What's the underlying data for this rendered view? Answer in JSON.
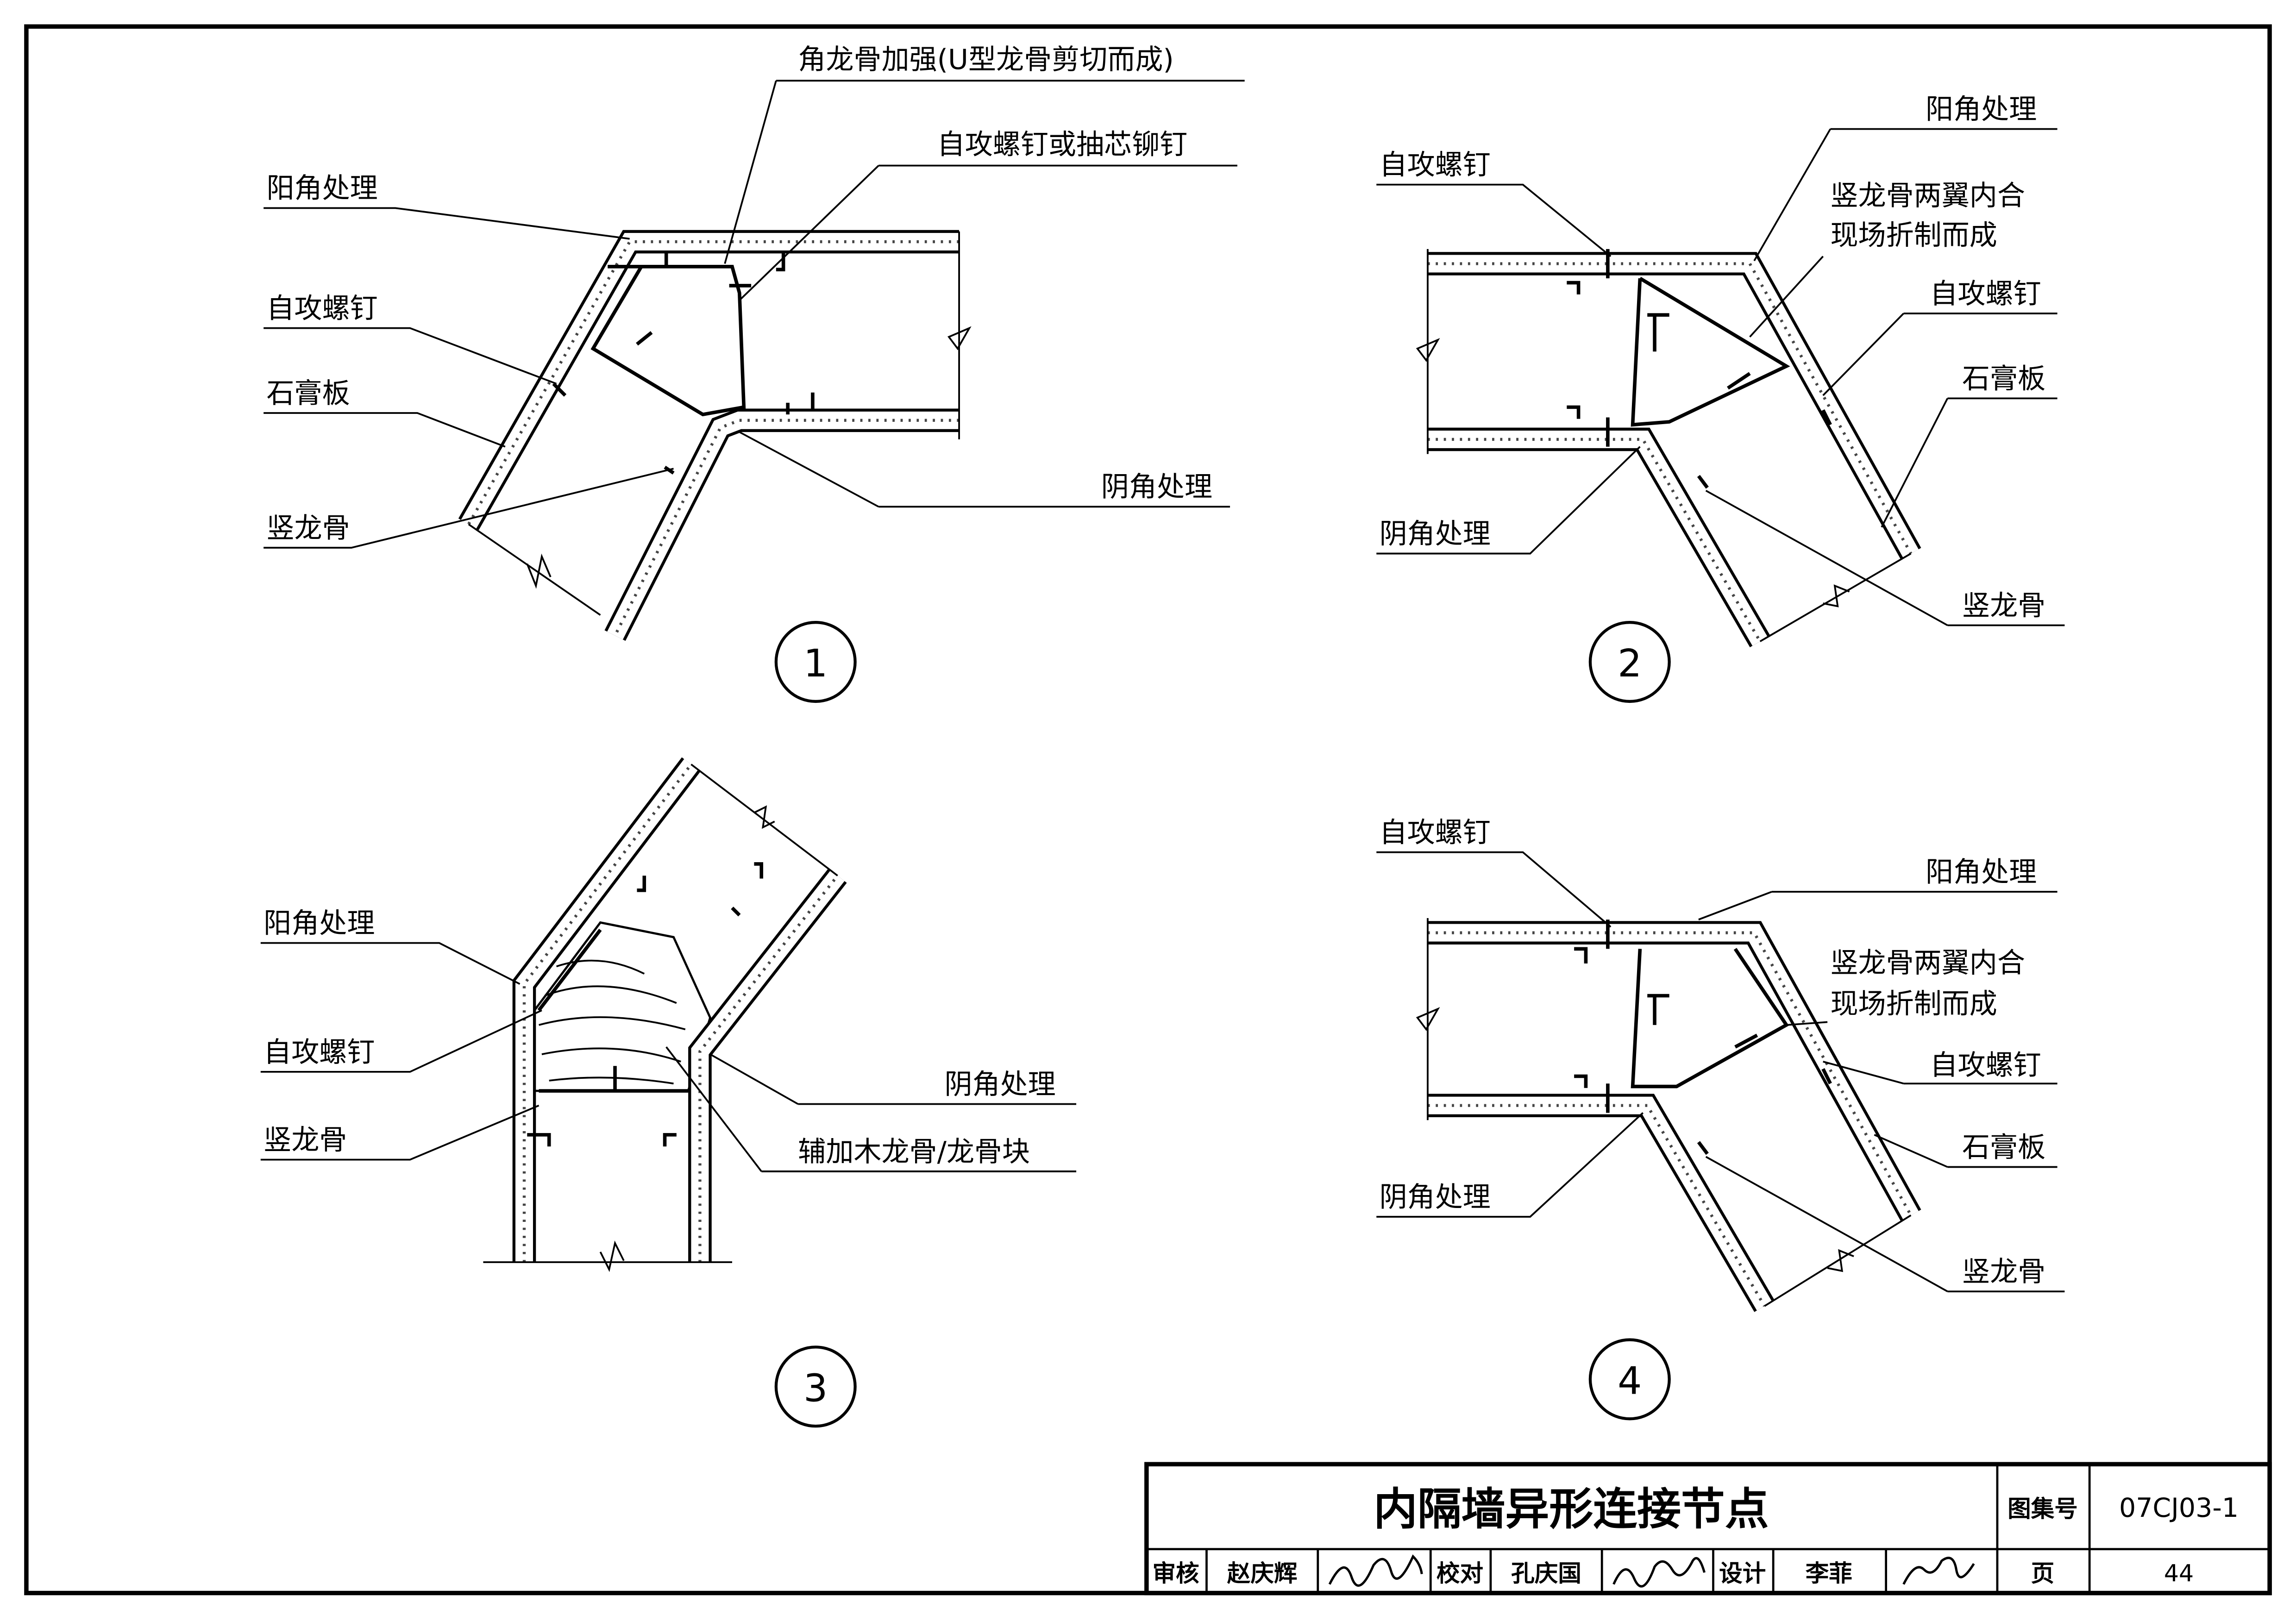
{
  "diagrams": [
    {
      "number": "1",
      "labels": {
        "corner_stud_reinforce": "角龙骨加强(U型龙骨剪切而成)",
        "screw_or_rivet": "自攻螺钉或抽芯铆钉",
        "outer_corner": "阳角处理",
        "screw": "自攻螺钉",
        "gypsum_board": "石膏板",
        "stud": "竖龙骨",
        "inner_corner": "阴角处理"
      }
    },
    {
      "number": "2",
      "labels": {
        "screw": "自攻螺钉",
        "outer_corner": "阳角处理",
        "stud_fold_1": "竖龙骨两翼内合",
        "stud_fold_2": "现场折制而成",
        "screw_b": "自攻螺钉",
        "gypsum_board": "石膏板",
        "inner_corner": "阴角处理",
        "stud": "竖龙骨"
      }
    },
    {
      "number": "3",
      "labels": {
        "outer_corner": "阳角处理",
        "screw": "自攻螺钉",
        "stud": "竖龙骨",
        "inner_corner": "阴角处理",
        "wood_block": "辅加木龙骨/龙骨块"
      }
    },
    {
      "number": "4",
      "labels": {
        "screw": "自攻螺钉",
        "outer_corner": "阳角处理",
        "stud_fold_1": "竖龙骨两翼内合",
        "stud_fold_2": "现场折制而成",
        "screw_b": "自攻螺钉",
        "gypsum_board": "石膏板",
        "inner_corner": "阴角处理",
        "stud": "竖龙骨"
      }
    }
  ],
  "title_block": {
    "title": "内隔墙异形连接节点",
    "atlas_label": "图集号",
    "atlas_no": "07CJ03-1",
    "review_label": "审核",
    "reviewer": "赵庆辉",
    "check_label": "校对",
    "checker": "孔庆国",
    "design_label": "设计",
    "designer": "李菲",
    "page_label": "页",
    "page": "44"
  }
}
